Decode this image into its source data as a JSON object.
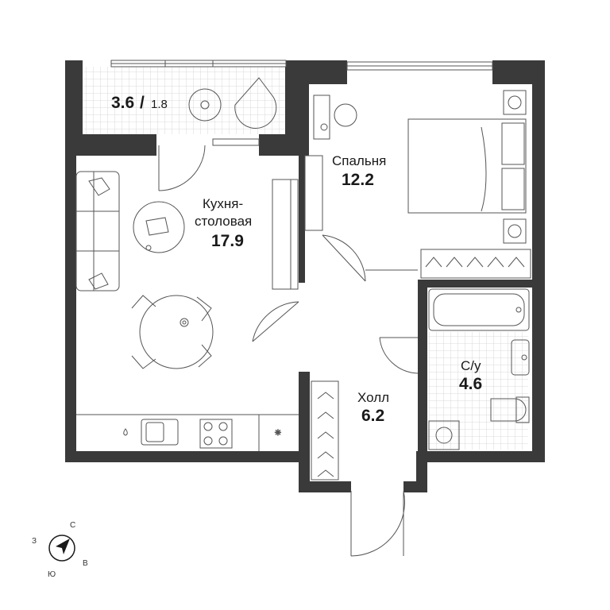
{
  "colors": {
    "wall": "#3a3a3a",
    "line": "#555555",
    "tile": "#cfcfcf",
    "background": "#ffffff"
  },
  "rooms": {
    "balcony": {
      "area": "3.6",
      "area_small": "1.8"
    },
    "kitchen": {
      "name_line1": "Кухня-",
      "name_line2": "столовая",
      "area": "17.9"
    },
    "bedroom": {
      "name": "Спальня",
      "area": "12.2"
    },
    "bathroom": {
      "name": "С/у",
      "area": "4.6"
    },
    "hall": {
      "name": "Холл",
      "area": "6.2"
    }
  },
  "compass": {
    "north": "С",
    "east": "В",
    "south": "Ю",
    "west": "З",
    "icon": "compass-arrow-icon"
  }
}
